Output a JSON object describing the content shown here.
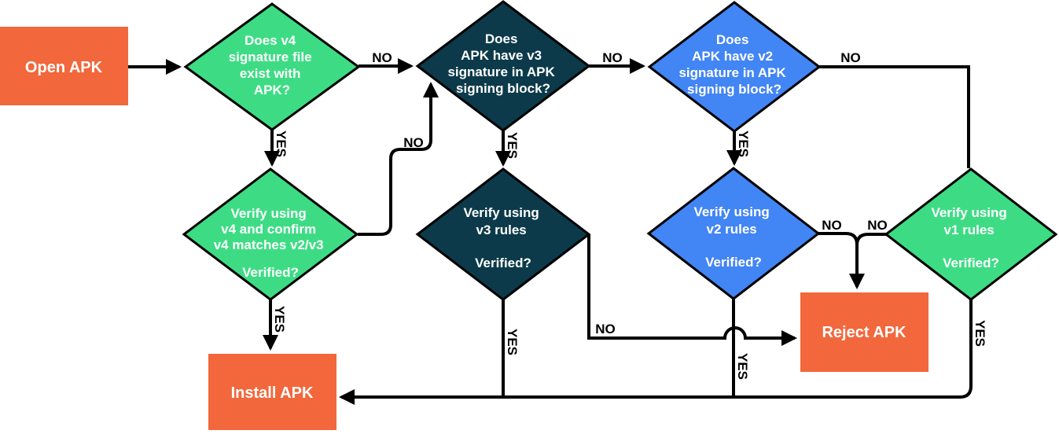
{
  "title": "APK signature verification flowchart",
  "colors": {
    "orange": "#F2673C",
    "green": "#3DDC84",
    "navy": "#0C3A4A",
    "blue": "#4285F4",
    "line": "#000000",
    "text_light": "#FFFFFF",
    "background": "#FFFFFF"
  },
  "nodes": {
    "open_apk": {
      "type": "process",
      "label": "Open APK"
    },
    "v4_exists": {
      "type": "decision",
      "lines": [
        "Does v4",
        "signature file",
        "exist with",
        "APK?"
      ]
    },
    "v3_in_block": {
      "type": "decision",
      "lines": [
        "Does",
        "APK have v3",
        "signature in APK",
        "signing block?"
      ]
    },
    "v2_in_block": {
      "type": "decision",
      "lines": [
        "Does",
        "APK have v2",
        "signature in APK",
        "signing block?"
      ]
    },
    "verify_v4": {
      "type": "decision",
      "lines": [
        "Verify using",
        "v4 and confirm",
        "v4 matches v2/v3"
      ],
      "question": "Verified?"
    },
    "verify_v3": {
      "type": "decision",
      "lines": [
        "Verify using",
        "v3 rules"
      ],
      "question": "Verified?"
    },
    "verify_v2": {
      "type": "decision",
      "lines": [
        "Verify using",
        "v2 rules"
      ],
      "question": "Verified?"
    },
    "verify_v1": {
      "type": "decision",
      "lines": [
        "Verify using",
        "v1 rules"
      ],
      "question": "Verified?"
    },
    "reject_apk": {
      "type": "process",
      "label": "Reject APK"
    },
    "install_apk": {
      "type": "process",
      "label": "Install APK"
    }
  },
  "edges": [
    {
      "from": "open_apk",
      "to": "v4_exists",
      "label": ""
    },
    {
      "from": "v4_exists",
      "to": "v3_in_block",
      "label": "NO"
    },
    {
      "from": "v4_exists",
      "to": "verify_v4",
      "label": "YES"
    },
    {
      "from": "v3_in_block",
      "to": "v2_in_block",
      "label": "NO"
    },
    {
      "from": "v3_in_block",
      "to": "verify_v3",
      "label": "YES"
    },
    {
      "from": "v2_in_block",
      "to": "verify_v1",
      "label": "NO"
    },
    {
      "from": "v2_in_block",
      "to": "verify_v2",
      "label": "YES"
    },
    {
      "from": "verify_v4",
      "to": "v3_in_block",
      "label": "NO"
    },
    {
      "from": "verify_v4",
      "to": "install_apk",
      "label": "YES"
    },
    {
      "from": "verify_v3",
      "to": "reject_apk",
      "label": "NO"
    },
    {
      "from": "verify_v3",
      "to": "install_apk",
      "label": "YES"
    },
    {
      "from": "verify_v2",
      "to": "reject_apk",
      "label": "NO"
    },
    {
      "from": "verify_v2",
      "to": "install_apk",
      "label": "YES"
    },
    {
      "from": "verify_v1",
      "to": "reject_apk",
      "label": "NO"
    },
    {
      "from": "verify_v1",
      "to": "install_apk",
      "label": "YES"
    }
  ]
}
